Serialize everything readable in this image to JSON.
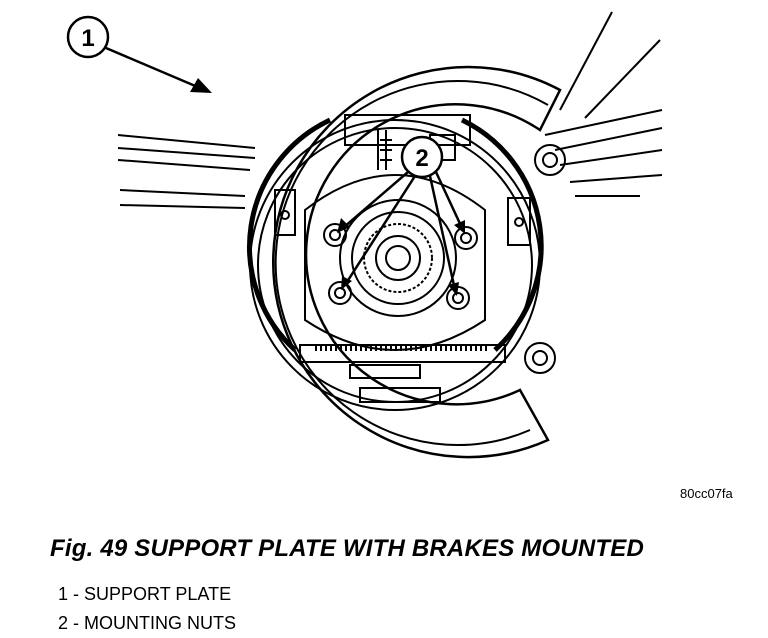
{
  "callouts": [
    {
      "number": "1"
    },
    {
      "number": "2"
    }
  ],
  "figure_code": "80cc07fa",
  "caption": "Fig. 49 SUPPORT PLATE WITH BRAKES MOUNTED",
  "legend": [
    {
      "number": "1",
      "label": "SUPPORT PLATE"
    },
    {
      "number": "2",
      "label": "MOUNTING NUTS"
    }
  ]
}
